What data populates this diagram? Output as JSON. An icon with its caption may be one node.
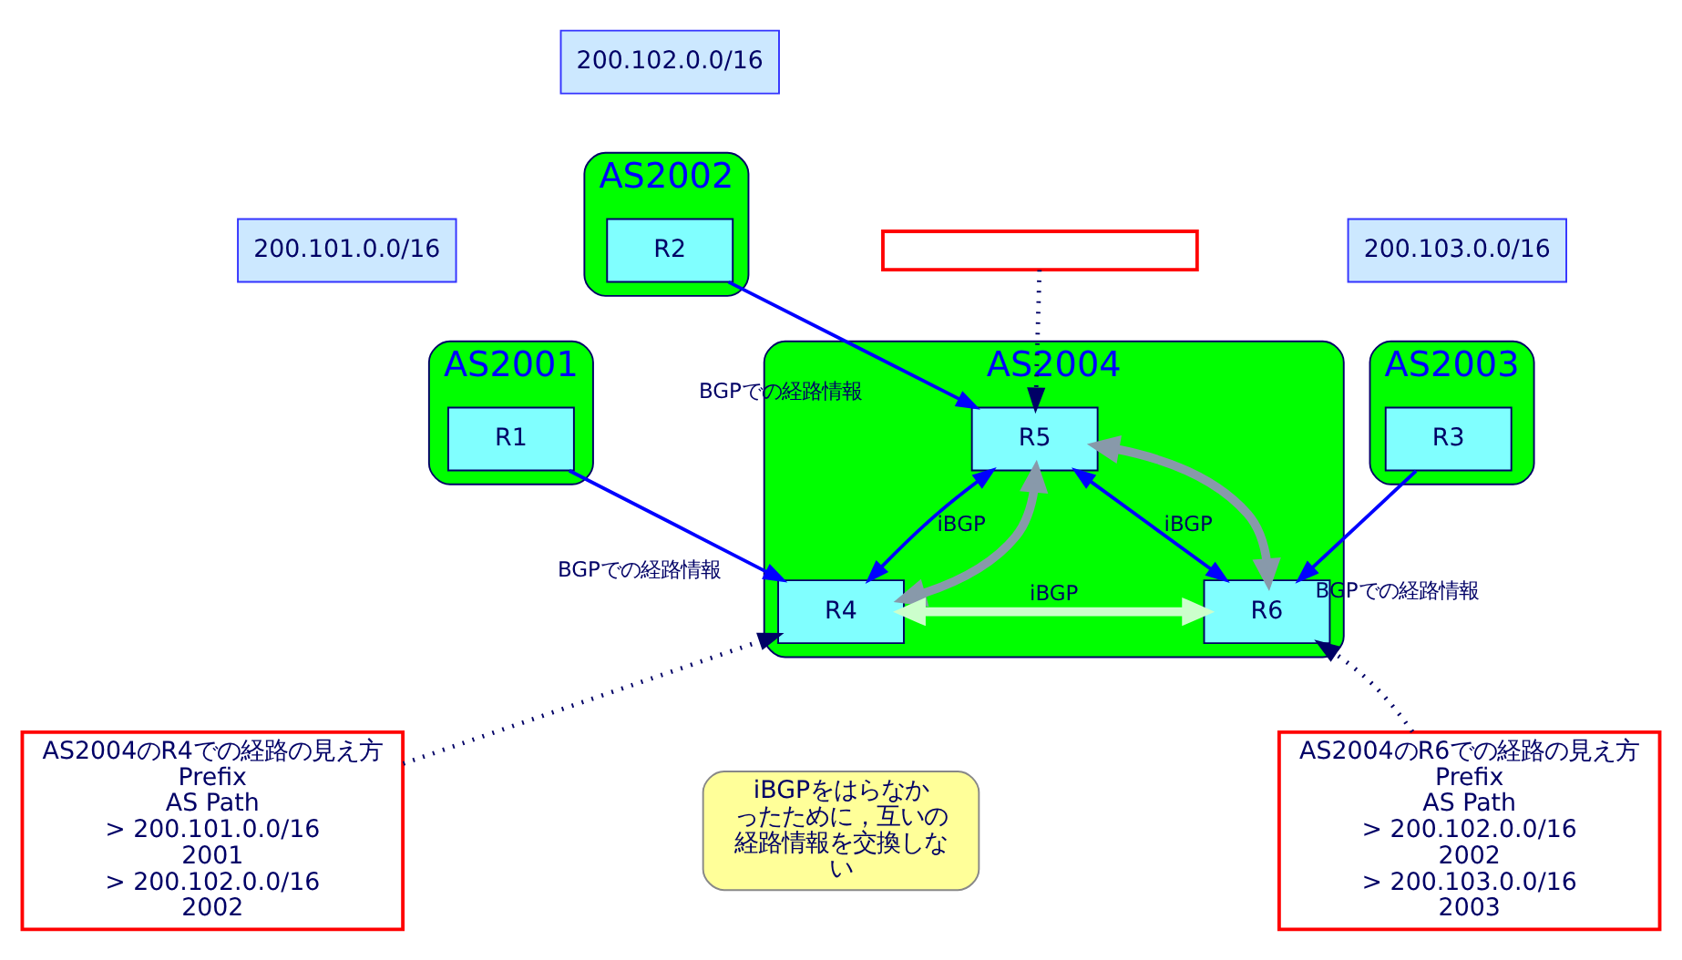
{
  "diagram": {
    "nodes": [
      {
        "text": [
          "200.102.0.0/16"
        ]
      },
      {
        "text": [
          "AS2002"
        ]
      },
      {
        "text": [
          "R2"
        ],
        "in": 1
      },
      {
        "text": [
          "200.101.0.0/16"
        ]
      },
      {
        "text": [
          "AS2001"
        ]
      },
      {
        "text": [
          "R1"
        ],
        "in": 4
      },
      {
        "text": [
          "200.103.0.0/16"
        ]
      },
      {
        "text": [
          "AS2003"
        ]
      },
      {
        "text": [
          "R3"
        ],
        "in": 7
      },
      {
        "text": [
          "AS2004"
        ]
      },
      {
        "text": [
          "R5"
        ],
        "in": 9
      },
      {
        "text": [
          "R4"
        ],
        "in": 9
      },
      {
        "text": [
          "R6"
        ],
        "in": 9
      },
      {
        "text": [
          "iBGPをはらなかったために，互いの経路情報を交換しない"
        ]
      },
      {
        "text": [
          "AS2004のR4での経路の見え方",
          "Prefix",
          "AS Path",
          "> 200.101.0.0/16",
          "2001",
          "> 200.102.0.0/16",
          "2002"
        ]
      },
      {
        "text": [
          "AS2004のR6での経路の見え方",
          "Prefix",
          "AS Path",
          "> 200.102.0.0/16",
          "2002",
          "> 200.103.0.0/16",
          "2003"
        ]
      },
      {
        "text": [],
        "shape": "box"
      }
    ],
    "edges": [
      {
        "from": 5,
        "to": 11,
        "arrow": "to",
        "label": "BGPでの経路情報"
      },
      {
        "from": 2,
        "to": 10,
        "arrow": "to",
        "label": "BGPでの経路情報"
      },
      {
        "from": 8,
        "to": 12,
        "arrow": "to",
        "label": "BGPでの経路情報"
      },
      {
        "from": 10,
        "to": 11,
        "arrow": "both",
        "label": "iBGP"
      },
      {
        "from": 10,
        "to": 11,
        "arrow": "both",
        "style": "thick",
        "color": "#8899aa"
      },
      {
        "from": 10,
        "to": 12,
        "arrow": "both",
        "label": "iBGP"
      },
      {
        "from": 10,
        "to": 12,
        "arrow": "both",
        "style": "thick",
        "color": "#8899aa"
      },
      {
        "from": 11,
        "to": 12,
        "arrow": "both",
        "label": "iBGP",
        "style": "thick",
        "color": "#ccffcc"
      },
      {
        "from": 16,
        "to": 10,
        "arrow": "to",
        "style": "dashed",
        "color": "#000066"
      },
      {
        "from": 14,
        "to": 11,
        "arrow": "to",
        "style": "dashed",
        "color": "#000066"
      },
      {
        "from": 15,
        "to": 12,
        "arrow": "to",
        "style": "dashed",
        "color": "#000066"
      }
    ]
  }
}
